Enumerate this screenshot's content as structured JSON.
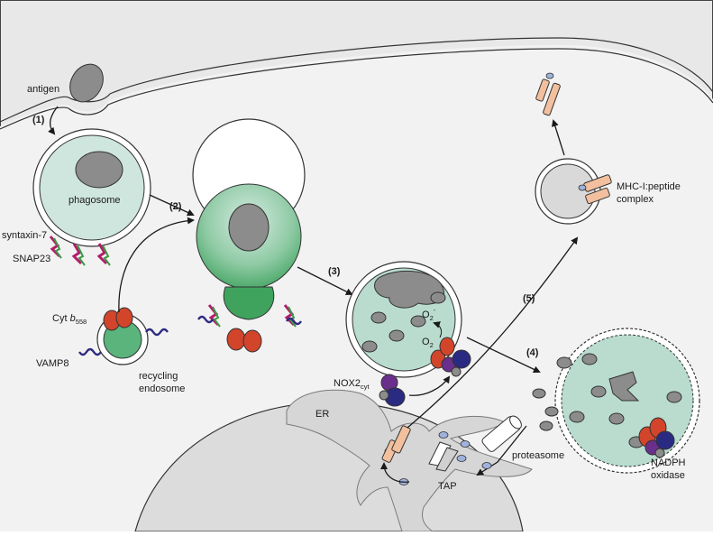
{
  "labels": {
    "antigen": "antigen",
    "phagosome": "phagosome",
    "syntaxin7": "syntaxin-7",
    "snap23": "SNAP23",
    "cyt_b_prefix": "Cyt ",
    "cyt_b_italic": "b",
    "cyt_b_sub": "558",
    "vamp8": "VAMP8",
    "recycling": "recycling",
    "endosome": "endosome",
    "nox2": "NOX2",
    "nox2_sub": "cyt",
    "o2_main": "O",
    "o2_sub": "2",
    "superoxide_main": "O",
    "superoxide_sub": "2",
    "superoxide_sup": "-",
    "er": "ER",
    "tap": "TAP",
    "proteasome": "proteasome",
    "nadph": "NADPH",
    "oxidase": "oxidase",
    "mhc_line1": "MHC-I:peptide",
    "mhc_line2": "complex"
  },
  "steps": {
    "s1": "(1)",
    "s2": "(2)",
    "s3": "(3)",
    "s4": "(4)",
    "s5": "(5)"
  },
  "colors": {
    "phagosome_fill": "#cfe6de",
    "green_fill": "#5ab47c",
    "gray_blob": "#8c8c8c",
    "red": "#d2452b",
    "blue": "#2b2a82",
    "purple": "#6a2f8c",
    "peach": "#f2c09e",
    "peptide": "#9fb2de",
    "er_fill": "#d6d6d6",
    "magenta": "#b21d6b",
    "snare_green": "#3b9a43"
  }
}
